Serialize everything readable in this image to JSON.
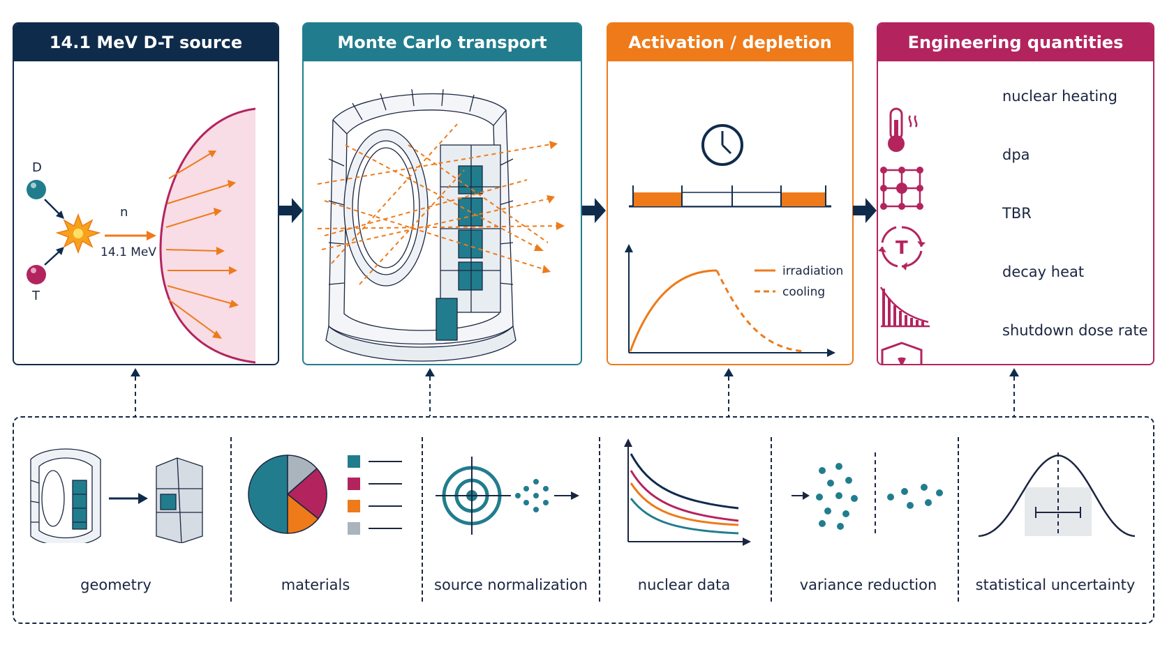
{
  "panels": {
    "source": {
      "title": "14.1 MeV D-T source",
      "deuterium_label": "D",
      "tritium_label": "T",
      "neutron_label": "n",
      "energy_label": "14.1 MeV",
      "color": "#0f2b4c"
    },
    "transport": {
      "title": "Monte Carlo transport",
      "color": "#217d8d"
    },
    "activation": {
      "title": "Activation / depletion",
      "legend_irradiation": "irradiation",
      "legend_cooling": "cooling",
      "color": "#ee7a19"
    },
    "engineering": {
      "title": "Engineering quantities",
      "color": "#b3245e",
      "items": [
        {
          "label": "nuclear heating",
          "icon": "thermometer-icon"
        },
        {
          "label": "dpa",
          "icon": "lattice-icon"
        },
        {
          "label": "TBR",
          "icon": "tritium-cycle-icon"
        },
        {
          "label": "decay heat",
          "icon": "decay-bars-icon"
        },
        {
          "label": "shutdown dose rate",
          "icon": "radiation-shield-icon"
        }
      ]
    }
  },
  "inputs": {
    "items": [
      {
        "label": "geometry",
        "icon": "geometry-mesh-icon"
      },
      {
        "label": "materials",
        "icon": "pie-chart-icon"
      },
      {
        "label": "source normalization",
        "icon": "target-icon"
      },
      {
        "label": "nuclear data",
        "icon": "cross-section-curves-icon"
      },
      {
        "label": "variance reduction",
        "icon": "particle-split-icon"
      },
      {
        "label": "statistical uncertainty",
        "icon": "bell-curve-icon"
      }
    ]
  },
  "colors": {
    "navy": "#0f2b4c",
    "teal": "#217d8d",
    "orange": "#ee7a19",
    "magenta": "#b3245e",
    "gray": "#a9b4bd"
  }
}
